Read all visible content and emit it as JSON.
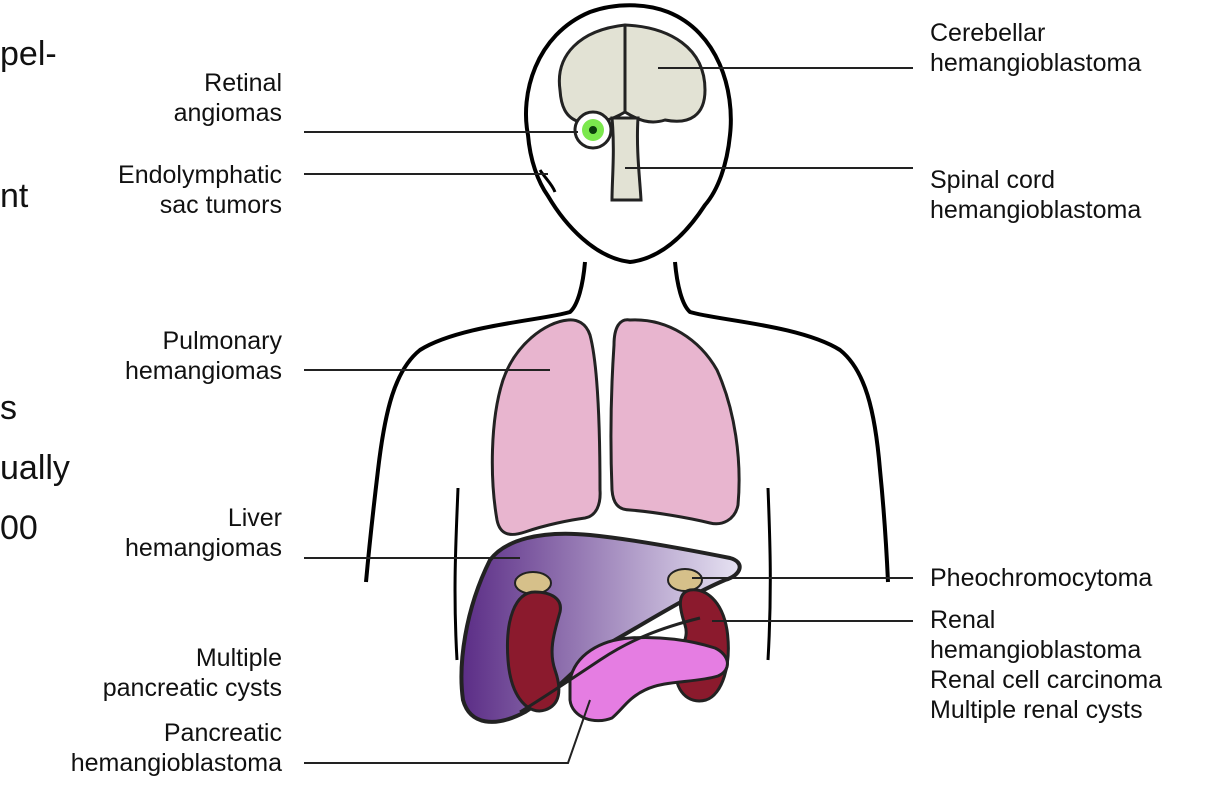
{
  "background_text": [
    "pel-",
    "nt",
    "s",
    "ually",
    "00"
  ],
  "labels": {
    "retinal": [
      "Retinal",
      "angiomas"
    ],
    "endolymphatic": [
      "Endolymphatic",
      "sac tumors"
    ],
    "pulmonary": [
      "Pulmonary",
      "hemangiomas"
    ],
    "liver": [
      "Liver",
      "hemangiomas"
    ],
    "pancreatic_cysts": [
      "Multiple",
      "pancreatic cysts"
    ],
    "pancreatic_hb": [
      "Pancreatic",
      "hemangioblastoma"
    ],
    "cerebellar": [
      "Cerebellar",
      "hemangioblastoma"
    ],
    "spinal": [
      "Spinal cord",
      "hemangioblastoma"
    ],
    "pheo": [
      "Pheochromocytoma"
    ],
    "renal": [
      "Renal",
      "hemangioblastoma",
      "Renal cell carcinoma",
      "Multiple renal cysts"
    ]
  },
  "colors": {
    "outline": "#000000",
    "brain": "#e2e2d4",
    "eye_iris": "#7be84d",
    "lungs": "#e8b5cf",
    "liver_dark": "#5b2d86",
    "liver_light": "#e6e2f2",
    "kidney": "#8b1a2d",
    "adrenal": "#d6c08a",
    "pancreas": "#e57de2"
  }
}
